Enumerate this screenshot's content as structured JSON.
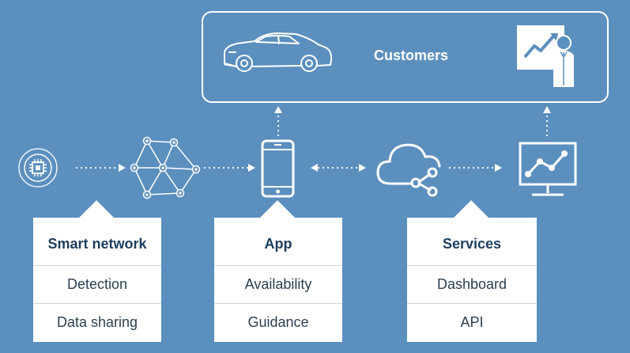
{
  "customers": {
    "label": "Customers"
  },
  "cards": [
    {
      "title": "Smart network",
      "rows": [
        "Detection",
        "Data sharing"
      ]
    },
    {
      "title": "App",
      "rows": [
        "Availability",
        "Guidance"
      ]
    },
    {
      "title": "Services",
      "rows": [
        "Dashboard",
        "API"
      ]
    }
  ],
  "colors": {
    "background": "#5b8fbe",
    "foreground": "#ffffff",
    "card_title": "#1c3d5e"
  },
  "icons": [
    "chip-icon",
    "network-icon",
    "smartphone-icon",
    "cloud-share-icon",
    "monitor-chart-icon",
    "car-icon",
    "presenter-icon"
  ]
}
